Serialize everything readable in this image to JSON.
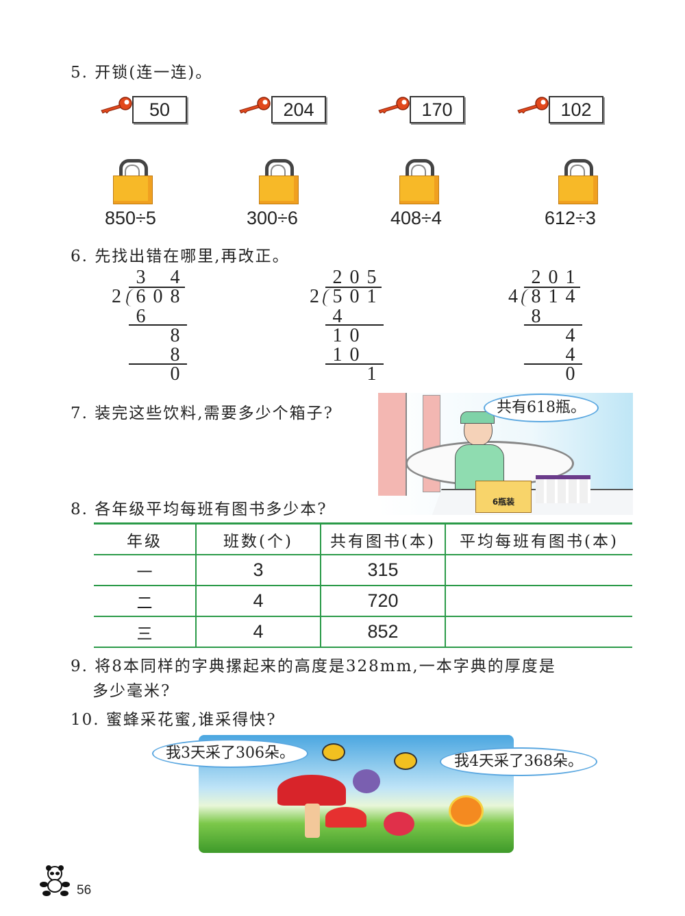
{
  "q5": {
    "title": "5. 开锁(连一连)。",
    "keys": [
      "50",
      "204",
      "170",
      "102"
    ],
    "locks": [
      "850÷5",
      "300÷6",
      "408÷4",
      "612÷3"
    ]
  },
  "q6": {
    "title": "6. 先找出错在哪里,再改正。",
    "divisions": [
      {
        "divisor": "2",
        "quotient": [
          "3",
          "",
          "4"
        ],
        "dividend": [
          "6",
          "0",
          "8"
        ],
        "steps": [
          [
            "6",
            "",
            ""
          ],
          [
            "",
            "",
            "8"
          ],
          [
            "",
            "",
            "8"
          ],
          [
            "",
            "",
            "0"
          ]
        ]
      },
      {
        "divisor": "2",
        "quotient": [
          "2",
          "0",
          "5"
        ],
        "dividend": [
          "5",
          "0",
          "1"
        ],
        "steps": [
          [
            "4",
            "",
            ""
          ],
          [
            "1",
            "0",
            ""
          ],
          [
            "1",
            "0",
            ""
          ],
          [
            "",
            "",
            "1"
          ]
        ]
      },
      {
        "divisor": "4",
        "quotient": [
          "2",
          "0",
          "1"
        ],
        "dividend": [
          "8",
          "1",
          "4"
        ],
        "steps": [
          [
            "8",
            "",
            ""
          ],
          [
            "",
            "",
            "4"
          ],
          [
            "",
            "",
            "4"
          ],
          [
            "",
            "",
            "0"
          ]
        ]
      }
    ]
  },
  "q7": {
    "title": "7. 装完这些饮料,需要多少个箱子?",
    "bubble": "共有618瓶。",
    "box_label": "6瓶装"
  },
  "q8": {
    "title": "8. 各年级平均每班有图书多少本?",
    "headers": [
      "年级",
      "班数(个)",
      "共有图书(本)",
      "平均每班有图书(本)"
    ],
    "rows": [
      [
        "一",
        "3",
        "315",
        ""
      ],
      [
        "二",
        "4",
        "720",
        ""
      ],
      [
        "三",
        "4",
        "852",
        ""
      ]
    ]
  },
  "q9": {
    "line1": "9. 将8本同样的字典摞起来的高度是328mm,一本字典的厚度是",
    "line2": "多少毫米?"
  },
  "q10": {
    "title": "10. 蜜蜂采花蜜,谁采得快?",
    "bubble_left": "我3天采了306朵。",
    "bubble_right": "我4天采了368朵。"
  },
  "page_number": "56"
}
